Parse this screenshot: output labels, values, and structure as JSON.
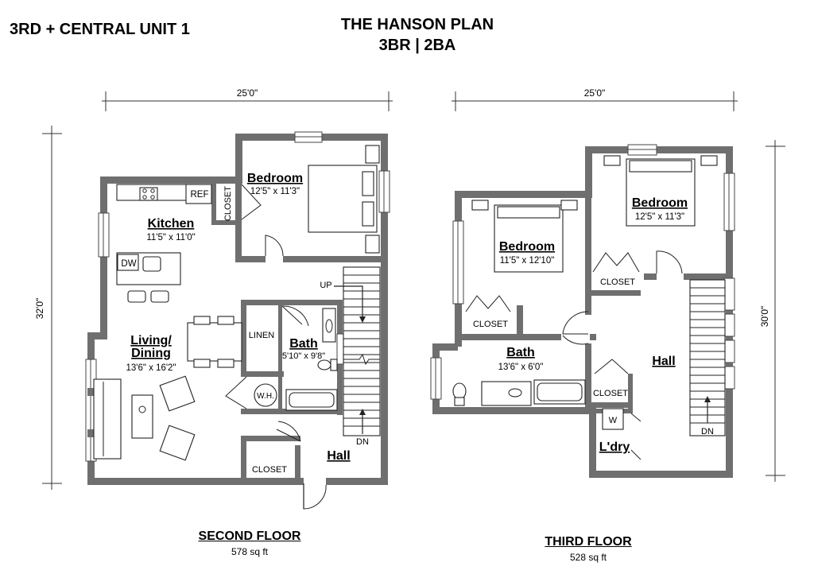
{
  "header": {
    "unit": "3RD + CENTRAL UNIT 1",
    "plan_name": "THE HANSON PLAN",
    "bed_bath": "3BR | 2BA"
  },
  "second_floor": {
    "title": "SECOND FLOOR",
    "area": "578 sq ft",
    "width_dim": "25'0\"",
    "depth_dim": "32'0\"",
    "rooms": {
      "bedroom": {
        "name": "Bedroom",
        "size": "12'5\" x 11'3\""
      },
      "kitchen": {
        "name": "Kitchen",
        "size": "11'5\" x 11'0\""
      },
      "living_line1": "Living/",
      "living_line2": "Dining",
      "living_size": "13'6\" x 16'2\"",
      "bath": {
        "name": "Bath",
        "size": "5'10\" x 9'8\""
      },
      "hall": {
        "name": "Hall"
      }
    },
    "labels": {
      "closet_bed": "CLOSET",
      "closet_hall": "CLOSET",
      "ref": "REF",
      "dw": "DW",
      "linen": "LINEN",
      "wh": "W.H.",
      "up": "UP",
      "dn": "DN"
    }
  },
  "third_floor": {
    "title": "THIRD FLOOR",
    "area": "528 sq ft",
    "width_dim": "25'0\"",
    "depth_dim": "30'0\"",
    "rooms": {
      "bedroom_left": {
        "name": "Bedroom",
        "size": "11'5\" x 12'10\""
      },
      "bedroom_right": {
        "name": "Bedroom",
        "size": "12'5\" x 11'3\""
      },
      "bath": {
        "name": "Bath",
        "size": "13'6\" x 6'0\""
      },
      "hall": {
        "name": "Hall"
      },
      "laundry": {
        "name": "L'dry"
      }
    },
    "labels": {
      "closet_left": "CLOSET",
      "closet_right": "CLOSET",
      "closet_hall": "CLOSET",
      "washer": "W",
      "dn": "DN"
    }
  }
}
